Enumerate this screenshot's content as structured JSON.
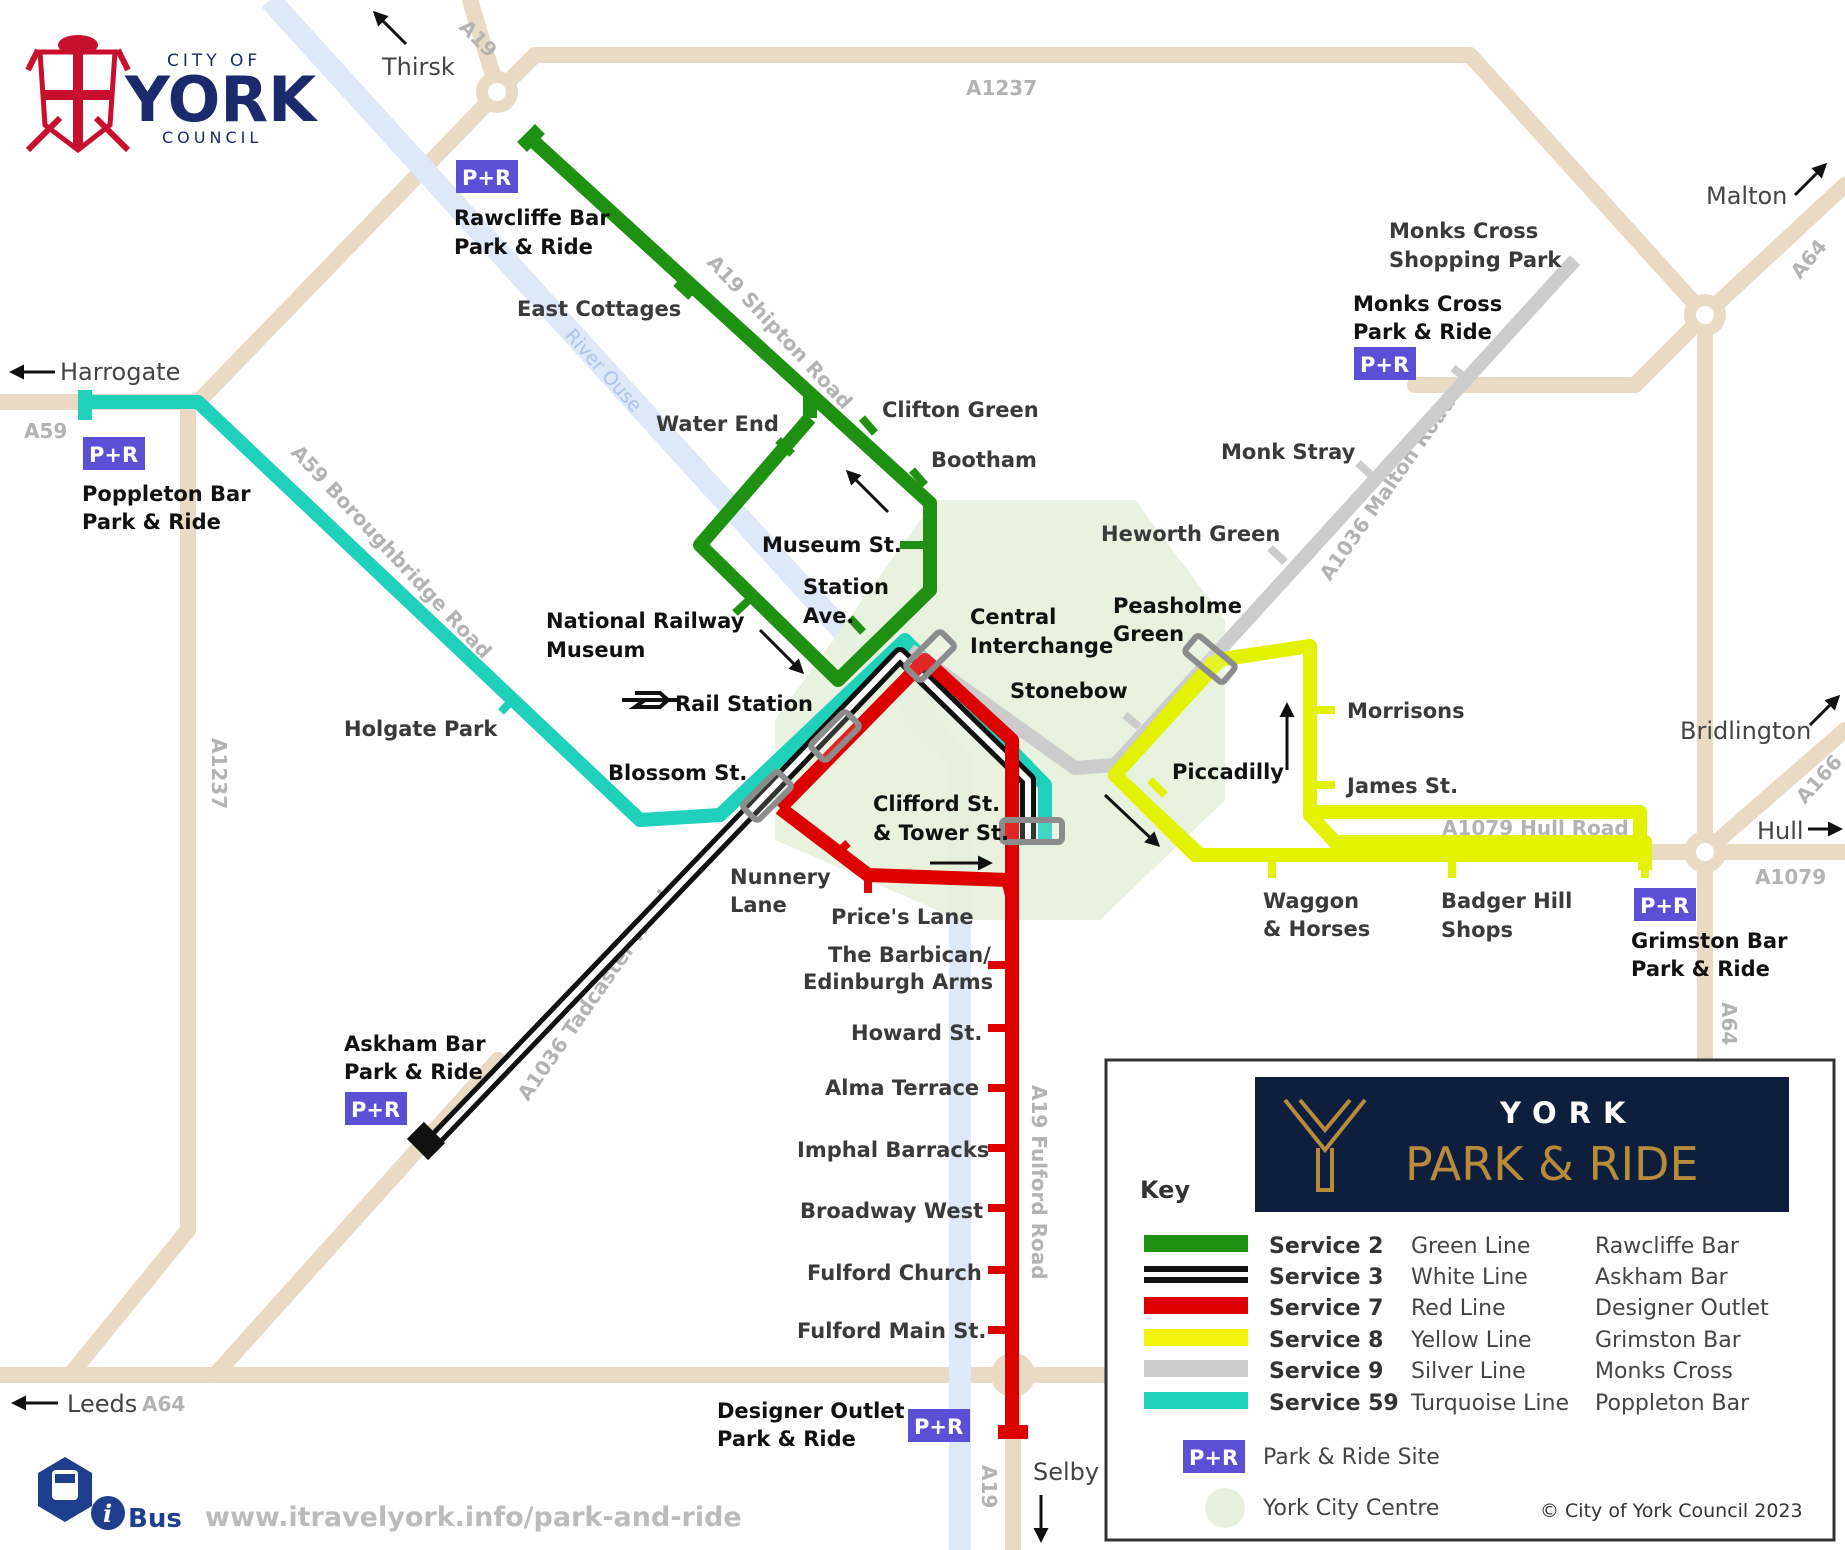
{
  "council": {
    "city_of": "CITY OF",
    "name": "YORK",
    "council": "COUNCIL"
  },
  "colors": {
    "road": "#ead9c3",
    "river": "#dde8f8",
    "centre": "#e5f1dc",
    "green": "#1f9112",
    "white": "#111111",
    "red": "#dd0000",
    "yellow": "#e2f200",
    "silver": "#cccccc",
    "turquoise": "#1fd0bb",
    "pr_badge": "#5b4fd6",
    "interchange": "#8c8c8c"
  },
  "roads": {
    "a19_n": "A19",
    "a1237_top": "A1237",
    "a1237_left": "A1237",
    "a59": "A59",
    "a59_boro": "A59 Boroughbridge Road",
    "a19_shipton": "A19 Shipton Road",
    "a1036_malton": "A1036 Malton Road",
    "a64_ne": "A64",
    "a1079_hull_rd": "A1079 Hull Road",
    "a1079": "A1079",
    "a166": "A166",
    "a64_e": "A64",
    "a1036_tad": "A1036 Tadcaster Road",
    "a19_fulford": "A19 Fulford Road",
    "a19_s": "A19",
    "a64_w": "A64",
    "river_ouse": "River Ouse"
  },
  "destinations": {
    "thirsk": "Thirsk",
    "harrogate": "Harrogate",
    "malton": "Malton",
    "bridlington": "Bridlington",
    "hull": "Hull",
    "leeds": "Leeds",
    "selby": "Selby"
  },
  "pr_badge": "P+R",
  "pr_sites": {
    "rawcliffe": [
      "Rawcliffe Bar",
      "Park & Ride"
    ],
    "poppleton": [
      "Poppleton Bar",
      "Park & Ride"
    ],
    "monks_cross": [
      "Monks Cross",
      "Park & Ride"
    ],
    "grimston": [
      "Grimston Bar",
      "Park & Ride"
    ],
    "askham": [
      "Askham Bar",
      "Park & Ride"
    ],
    "designer": [
      "Designer Outlet",
      "Park & Ride"
    ]
  },
  "stops": {
    "east_cottages": "East Cottages",
    "water_end": "Water End",
    "clifton_green": "Clifton Green",
    "bootham": "Bootham",
    "museum_st": "Museum St.",
    "station_ave": [
      "Station",
      "Ave."
    ],
    "nrm": [
      "National Railway",
      "Museum"
    ],
    "rail_station": "Rail Station",
    "holgate_park": "Holgate Park",
    "blossom_st": "Blossom St.",
    "central_interchange": [
      "Central",
      "Interchange"
    ],
    "stonebow": "Stonebow",
    "peasholme": [
      "Peasholme",
      "Green"
    ],
    "heworth_green": "Heworth Green",
    "monk_stray": "Monk Stray",
    "monks_cross_shop": [
      "Monks Cross",
      "Shopping Park"
    ],
    "morrisons": "Morrisons",
    "piccadilly": "Piccadilly",
    "james_st": "James St.",
    "waggon": [
      "Waggon",
      "& Horses"
    ],
    "badger": [
      "Badger Hill",
      "Shops"
    ],
    "clifford": [
      "Clifford St.",
      "& Tower St."
    ],
    "nunnery": [
      "Nunnery",
      "Lane"
    ],
    "prices_lane": "Price's Lane",
    "barbican": [
      "The Barbican/",
      "Edinburgh Arms"
    ],
    "howard": "Howard St.",
    "alma": "Alma Terrace",
    "imphal": "Imphal Barracks",
    "broadway": "Broadway West",
    "fulford_church": "Fulford Church",
    "fulford_main": "Fulford Main St."
  },
  "key": {
    "title": "Key",
    "logo_top": "YORK",
    "logo_bottom": "PARK & RIDE",
    "services": [
      {
        "service": "Service 2",
        "line": "Green Line",
        "site": "Rawcliffe Bar",
        "color": "#1f9112"
      },
      {
        "service": "Service 3",
        "line": "White Line",
        "site": "Askham Bar",
        "color": "#111111"
      },
      {
        "service": "Service 7",
        "line": "Red Line",
        "site": "Designer Outlet",
        "color": "#dd0000"
      },
      {
        "service": "Service 8",
        "line": "Yellow Line",
        "site": "Grimston Bar",
        "color": "#f2f20d"
      },
      {
        "service": "Service 9",
        "line": "Silver Line",
        "site": "Monks Cross",
        "color": "#cccccc"
      },
      {
        "service": "Service 59",
        "line": "Turquoise Line",
        "site": "Poppleton Bar",
        "color": "#1fd0bb"
      }
    ],
    "pr_site_label": "Park & Ride Site",
    "centre_label": "York City Centre",
    "copyright": "© City of York Council 2023"
  },
  "footer": {
    "bus": "Bus",
    "url": "www.itravelyork.info/park-and-ride"
  }
}
